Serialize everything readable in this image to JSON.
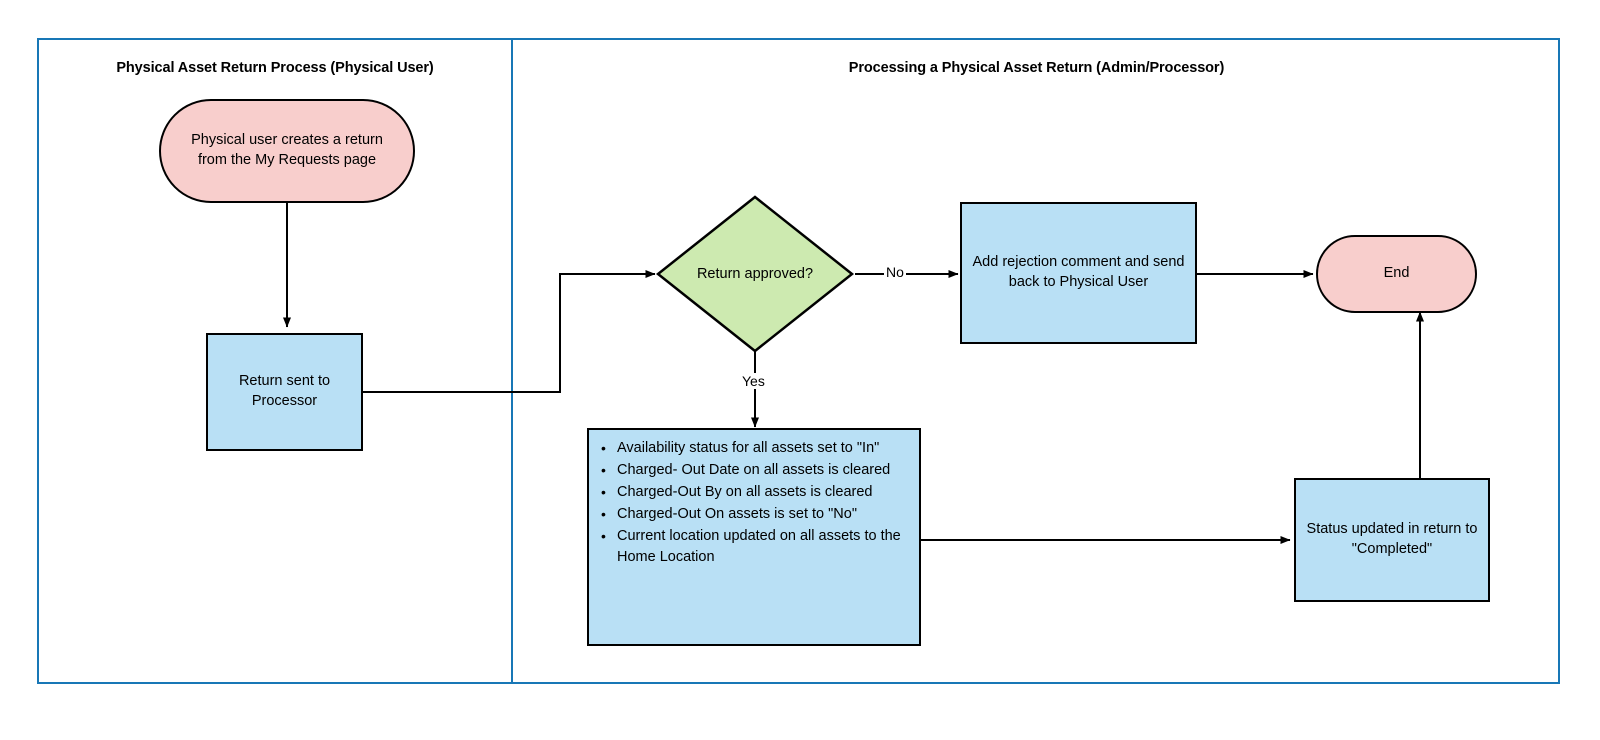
{
  "diagram": {
    "title": "Physical Asset Return Process",
    "colors": {
      "lane_border": "#1877b6",
      "terminator_fill": "#f8cecc",
      "process_fill": "#b9e0f5",
      "decision_fill": "#cdeab0",
      "stroke": "#000000"
    }
  },
  "lanes": [
    {
      "id": "lane-user",
      "title": "Physical Asset Return Process (Physical User)"
    },
    {
      "id": "lane-admin",
      "title": "Processing a Physical Asset Return (Admin/Processor)"
    }
  ],
  "nodes": {
    "start": {
      "type": "terminator",
      "label": "Physical user creates a return from the My Requests page"
    },
    "return_sent": {
      "type": "process",
      "label": "Return sent to Processor"
    },
    "decision": {
      "type": "decision",
      "label": "Return approved?"
    },
    "reject": {
      "type": "process",
      "label": "Add rejection comment and send back to Physical User"
    },
    "end": {
      "type": "terminator",
      "label": "End"
    },
    "asset_updates": {
      "type": "process-list",
      "items": [
        "Availability status for all assets set to \"In\"",
        "Charged- Out Date on all assets is cleared",
        "Charged-Out By on all assets is cleared",
        "Charged-Out On assets  is set to \"No\"",
        "Current location updated on all assets to the Home Location"
      ]
    },
    "status_completed": {
      "type": "process",
      "label": "Status updated in return to \"Completed\""
    }
  },
  "edge_labels": {
    "no": "No",
    "yes": "Yes"
  }
}
